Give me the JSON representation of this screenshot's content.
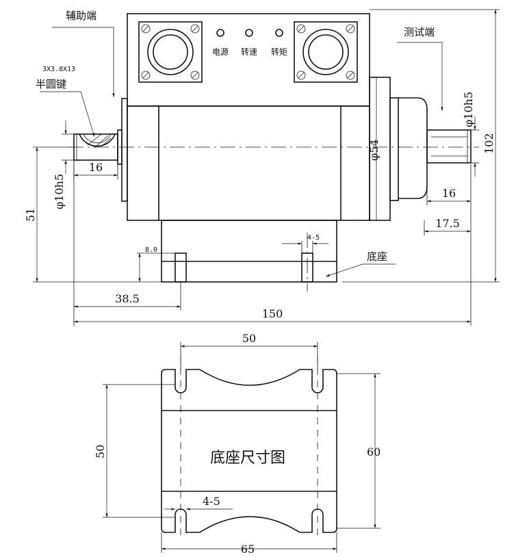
{
  "labels": {
    "aux_end": "辅助端",
    "test_end": "测试端",
    "half_key": "半圆键",
    "key_spec": "3X3.8X13",
    "power": "电源",
    "speed": "转速",
    "torque": "转矩",
    "base": "底座",
    "base_title": "底座尺寸图"
  },
  "dims": {
    "shaft_dia_left": "φ10h5",
    "shaft_dia_right": "φ10h5",
    "body_dia": "φ54",
    "height_total": "102",
    "height_axis": "51",
    "key_len": "16",
    "right_len_16": "16",
    "right_len_175": "17.5",
    "slot_w": "4-5",
    "base_h": "8.0",
    "offset_385": "38.5",
    "total_len": "150",
    "base_top_w": "50",
    "base_side_50": "50",
    "base_side_60": "60",
    "base_slot": "4-5",
    "base_bottom_w": "65"
  }
}
